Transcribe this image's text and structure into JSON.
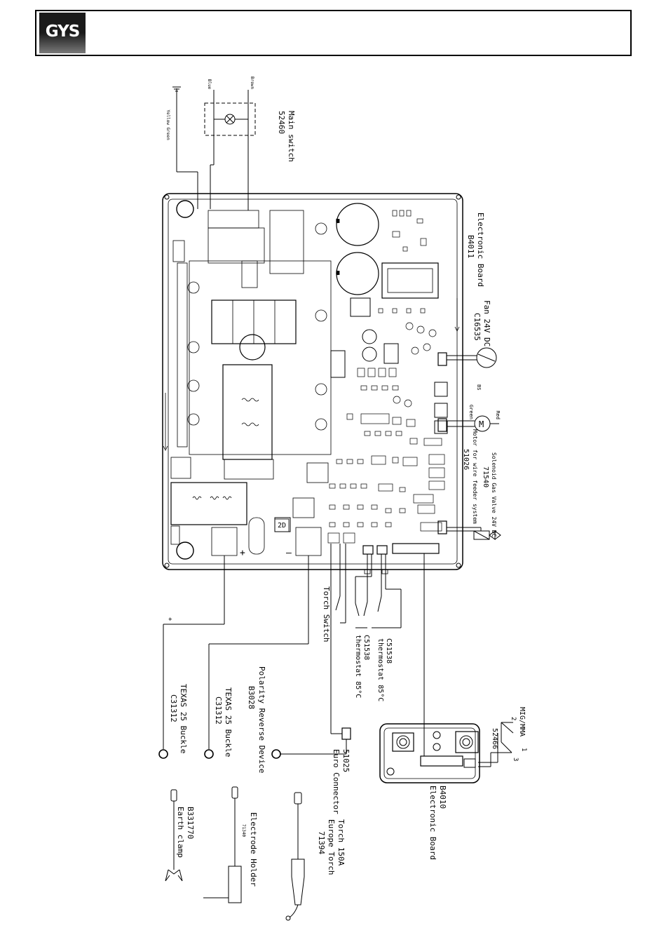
{
  "header": {
    "logo_text": "GYS"
  },
  "mains": {
    "wire_earth": "Yellow Green",
    "wire_blue": "Blue",
    "wire_brown": "Brown"
  },
  "main_switch": {
    "name": "Main switch",
    "ref": "52460"
  },
  "board_main": {
    "name": "Electronic Board",
    "ref": "B4011"
  },
  "fan": {
    "name": "Fan 24V DC",
    "ref": "C16535",
    "mark": "BS"
  },
  "solenoid": {
    "name": "Solenoid Gas Valve 24V DC",
    "ref": "71540"
  },
  "wire_motor": {
    "name": "Motor for wire feeder system",
    "ref": "51026",
    "red": "Red",
    "green": "Green"
  },
  "torch_switch": {
    "name": "Torch Switch"
  },
  "thermostat1": {
    "ref": "C51538",
    "name": "thermostat 85°C"
  },
  "thermostat2": {
    "ref": "C51538",
    "name": "thermostat 85°C"
  },
  "texas1": {
    "name": "TEXAS 25 Buckle",
    "ref": "C31312",
    "sign": "+"
  },
  "texas2": {
    "name": "TEXAS 25 Buckle",
    "ref": "C31312"
  },
  "polarity": {
    "name": "Polarity Reverse Device",
    "ref": "B3028"
  },
  "euro": {
    "ref": "51025",
    "name": "Euro Connector"
  },
  "board_sec": {
    "ref": "B4010",
    "name": "Electronic Board"
  },
  "mig_switch": {
    "name": "MIG/MMA",
    "ref": "52466",
    "pin1": "1",
    "pin2": "2",
    "pin3": "3"
  },
  "earth_clamp": {
    "ref": "B331770",
    "name": "Earth clamp"
  },
  "electrode": {
    "name": "Electrode Holder",
    "ref": "71340"
  },
  "torch": {
    "name": "Torch 150A",
    "type": "Europe Torch",
    "ref": "71394"
  },
  "board_marks": {
    "plus": "+",
    "minus": "–",
    "label_2d": "2D"
  }
}
